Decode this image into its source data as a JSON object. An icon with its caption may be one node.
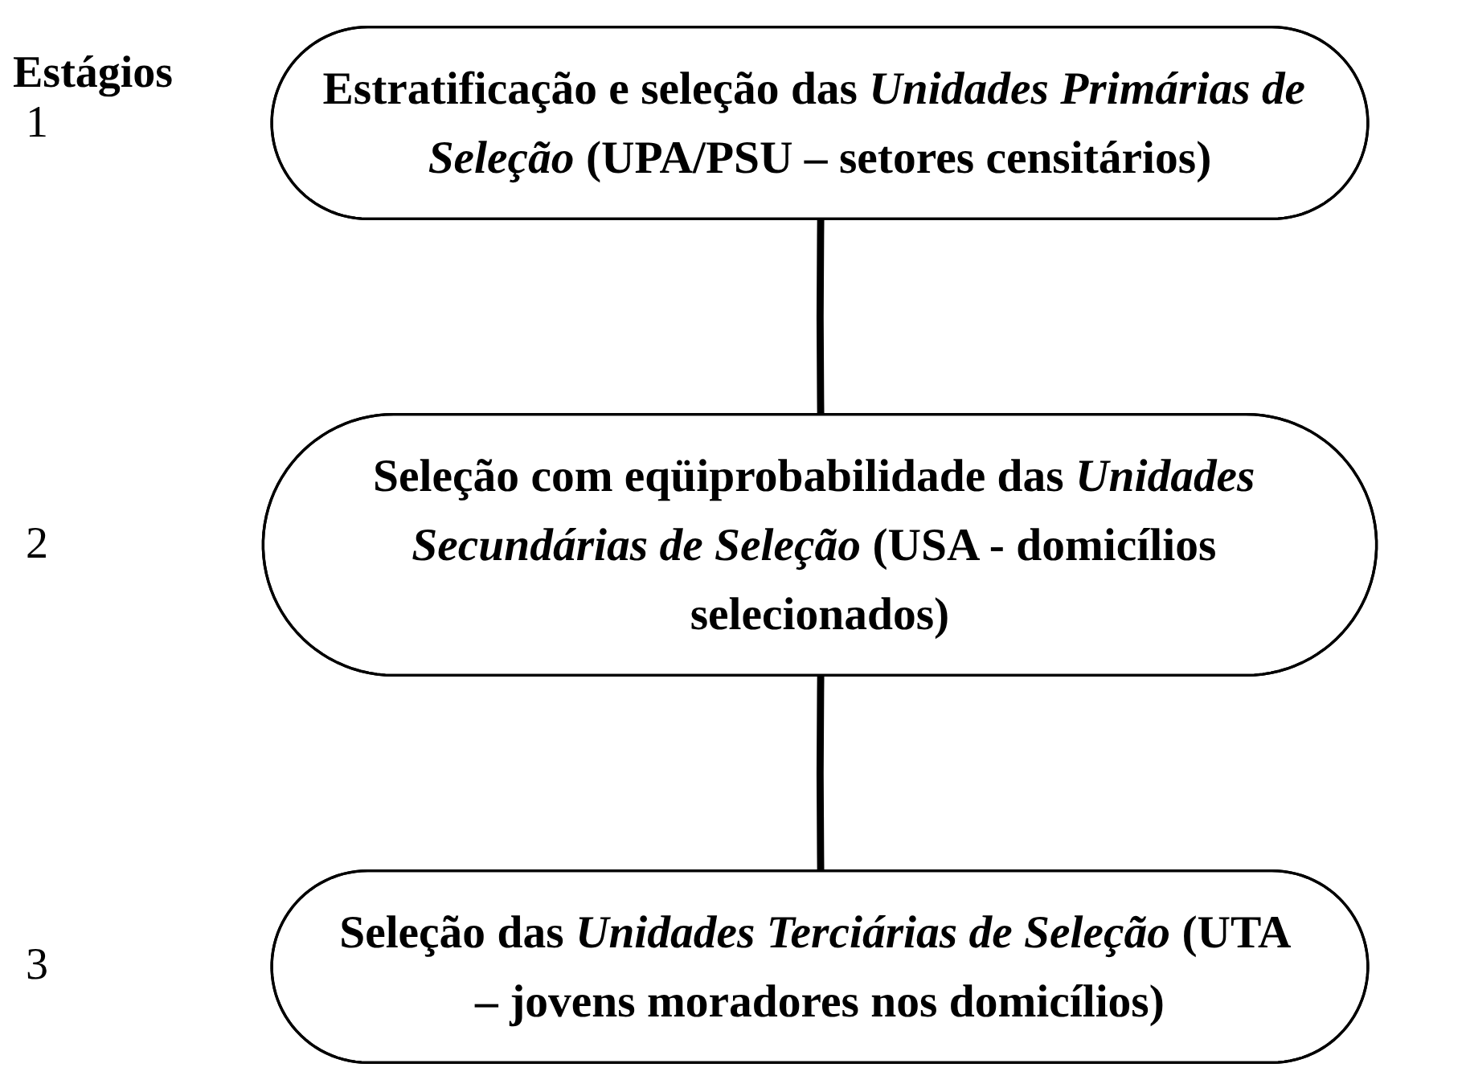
{
  "diagram": {
    "nodes": [
      {
        "text": [
          "Estratificação e seleção das *Unidades Primárias de Seleção* (UPA/PSU – setores censitários)"
        ]
      },
      {
        "text": [
          "Seleção com eqüiprobabilidade das *Unidades Secundárias de Seleção* (USA - domicílios selecionados)"
        ]
      },
      {
        "text": [
          "Seleção das *Unidades Terciárias de Seleção* (UTA – jovens moradores nos domicílios)"
        ]
      }
    ],
    "edges": [
      {
        "from": 0,
        "to": 1,
        "arrow": "none"
      },
      {
        "from": 1,
        "to": 2,
        "arrow": "none"
      }
    ],
    "labels": [
      "Estágios",
      "1",
      "2",
      "3"
    ]
  }
}
